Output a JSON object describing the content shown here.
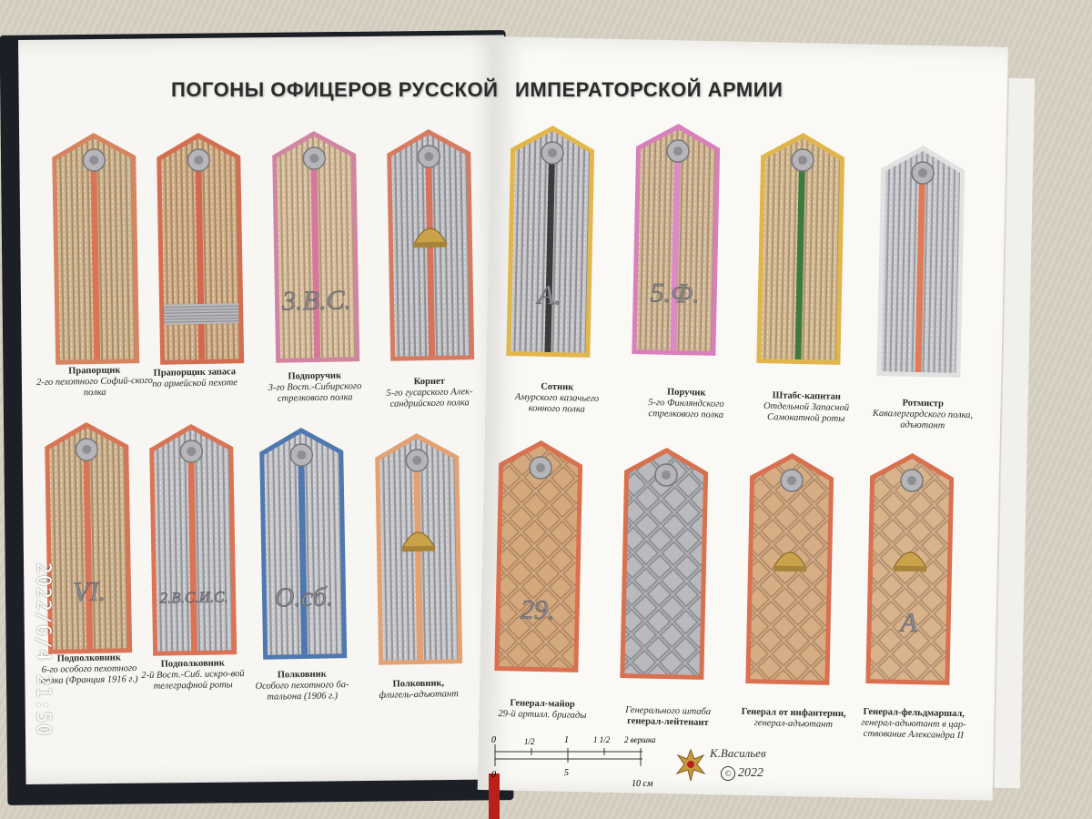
{
  "title": {
    "left": "ПОГОНЫ ОФИЦЕРОВ РУССКОЙ",
    "right": "ИМПЕРАТОРСКОЙ АРМИИ"
  },
  "boards": [
    {
      "rank": "Прапорщик",
      "unit": "2-го пехотного Софий-ского полка",
      "cipher": "",
      "colors": {
        "base": "#cfb590",
        "lace": "#a88c68",
        "edge": "#d78462",
        "stripe": "#d97457"
      }
    },
    {
      "rank": "Прапорщик запаса",
      "unit": "по армейской пехоте",
      "cipher": "",
      "colors": {
        "base": "#d2b08a",
        "lace": "#a98864",
        "edge": "#d46e52",
        "stripe": "#d2694f"
      }
    },
    {
      "rank": "Подпоручик",
      "unit": "3-го Вост.-Сибирского стрелкового полка",
      "cipher": "3.В.С.",
      "colors": {
        "base": "#d6c0a0",
        "lace": "#b39775",
        "edge": "#d285a2",
        "stripe": "#d7779b"
      }
    },
    {
      "rank": "Корнет",
      "unit": "5-го гусарского Алек-сандрийского полка",
      "cipher": "",
      "colors": {
        "base": "#c2c3c6",
        "lace": "#8e9096",
        "edge": "#d67b62",
        "stripe": "#d8735b"
      }
    },
    {
      "rank": "Сотник",
      "unit": "Амурского казачьего конного полка",
      "cipher": "А.",
      "colors": {
        "base": "#c5c5c8",
        "lace": "#8f8f95",
        "edge": "#e3b64a",
        "stripe": "#3b3b3b"
      }
    },
    {
      "rank": "Поручик",
      "unit": "5-го Финляндского стрелкового полка",
      "cipher": "5.Ф.",
      "colors": {
        "base": "#d2b896",
        "lace": "#ab9272",
        "edge": "#d97fbc",
        "stripe": "#da8bc4"
      }
    },
    {
      "rank": "Штабс-капитан",
      "unit": "Отдельной Запасной Самокатной роты",
      "cipher": "",
      "colors": {
        "base": "#d4bb93",
        "lace": "#ae9470",
        "edge": "#e0b64c",
        "stripe": "#3c7a3f"
      }
    },
    {
      "rank": "Ротмистр",
      "unit": "Кавалергардского полка, адъютант",
      "cipher": "",
      "colors": {
        "base": "#c9cacd",
        "lace": "#9a9ba0",
        "edge": "#e2e2e2",
        "stripe": "#e07b5a"
      }
    },
    {
      "rank": "Подполковник",
      "unit": "6-го особого пехотного полка (Франция 1916 г.)",
      "cipher": "VI.",
      "colors": {
        "base": "#cfb491",
        "lace": "#a78c69",
        "edge": "#d97456",
        "stripe": "#d97456"
      }
    },
    {
      "rank": "Подполковник",
      "unit": "2-й Вост.-Сиб. искро-вой телеграфной роты",
      "cipher": "2.В.С.И.С.",
      "colors": {
        "base": "#c5c6c9",
        "lace": "#93949a",
        "edge": "#d97456",
        "stripe": "#d97456"
      }
    },
    {
      "rank": "Полковник",
      "unit": "Особого пехотного ба-тальона (1906 г.)",
      "cipher": "О.сб.",
      "colors": {
        "base": "#c8c9cc",
        "lace": "#94959b",
        "edge": "#4f78b0",
        "stripe": "#4f78b0"
      }
    },
    {
      "rank": "Полковник,",
      "unit": "флигель-адъютант",
      "cipher": "",
      "colors": {
        "base": "#c6c7ca",
        "lace": "#939499",
        "edge": "#e2a274",
        "stripe": "#e2a274"
      }
    },
    {
      "rank": "Генерал-майор",
      "unit": "29-й артилл. бригады",
      "cipher": "29.",
      "colors": {
        "base": "#d4a97d",
        "lace": "#b5865a",
        "edge": "#d9704f",
        "stripe": "none"
      }
    },
    {
      "rank": "генерал-лейтенант",
      "unit": "Генерального штаба",
      "cipher": "",
      "colors": {
        "base": "#b9babd",
        "lace": "#8c8d92",
        "edge": "#d9704f",
        "stripe": "none"
      }
    },
    {
      "rank": "Генерал от инфантерии,",
      "unit": "генерал-адъютант",
      "cipher": "",
      "colors": {
        "base": "#d7ad85",
        "lace": "#b5895f",
        "edge": "#d9704f",
        "stripe": "none"
      }
    },
    {
      "rank": "Генерал-фельдмаршал,",
      "unit": "генерал-адъютант в цар-ствование Александра II",
      "cipher": "А",
      "colors": {
        "base": "#d8b38c",
        "lace": "#b68e66",
        "edge": "#d9704f",
        "stripe": "none"
      }
    }
  ],
  "scale": {
    "top_ticks": [
      "0",
      "1/2",
      "1",
      "1 1/2",
      "2 вершка"
    ],
    "bottom_ticks": [
      "0",
      "5",
      "10 см"
    ]
  },
  "signature": "К.Васильев",
  "copyright": "2022",
  "timestamp": "2022/6/4 21:50"
}
